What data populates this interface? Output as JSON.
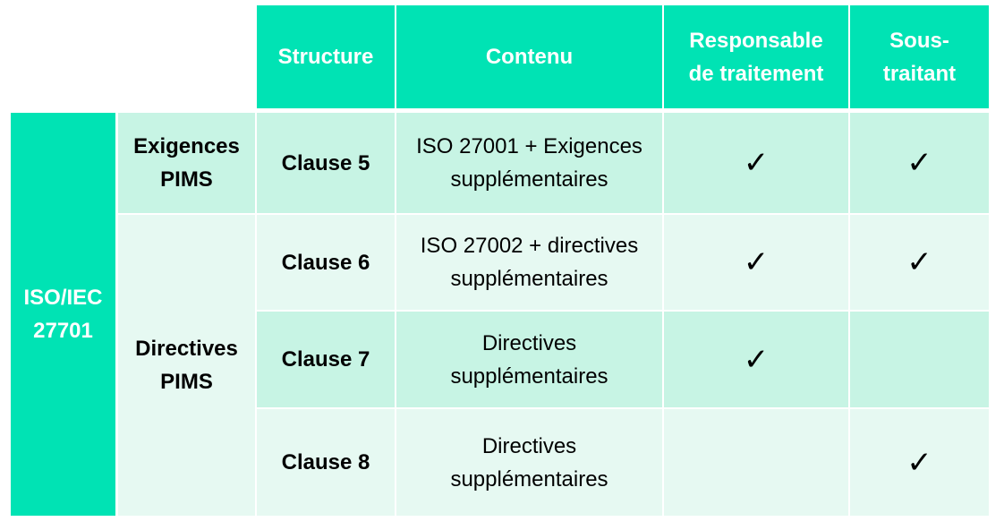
{
  "header": {
    "structure": "Structure",
    "contenu": "Contenu",
    "responsable": "Responsable\nde traitement",
    "sous_traitant": "Sous-\ntraitant"
  },
  "side_label": "ISO/IEC\n27701",
  "groups": {
    "exigences": "Exigences\nPIMS",
    "directives": "Directives\nPIMS"
  },
  "rows": [
    {
      "clause": "Clause 5",
      "contenu": "ISO 27001 + Exigences\nsupplémentaires",
      "responsable": "✓",
      "sous_traitant": "✓"
    },
    {
      "clause": "Clause 6",
      "contenu": "ISO 27002 + directives\nsupplémentaires",
      "responsable": "✓",
      "sous_traitant": "✓"
    },
    {
      "clause": "Clause 7",
      "contenu": "Directives\nsupplémentaires",
      "responsable": "✓",
      "sous_traitant": ""
    },
    {
      "clause": "Clause 8",
      "contenu": "Directives\nsupplémentaires",
      "responsable": "",
      "sous_traitant": "✓"
    }
  ]
}
